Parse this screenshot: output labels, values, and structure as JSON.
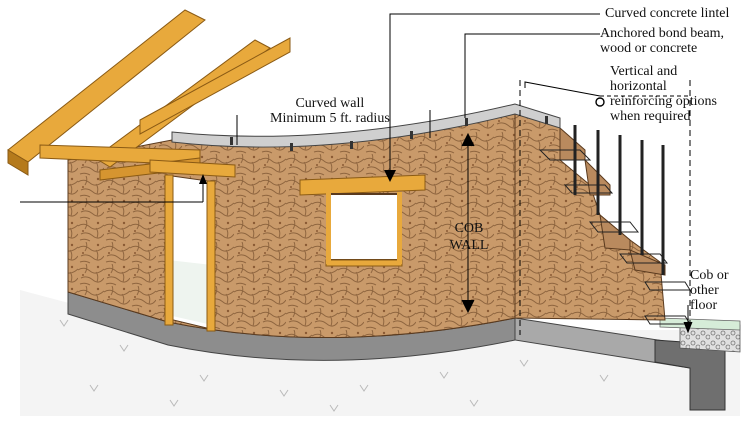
{
  "labels": {
    "lintel": "Curved concrete lintel",
    "bond_beam": [
      "Anchored bond beam,",
      "wood or concrete"
    ],
    "reinforcing": [
      "Vertical and",
      "horizontal",
      "reinforcing options",
      "when required"
    ],
    "curved_wall": [
      "Curved wall",
      "Minimum 5 ft. radius"
    ],
    "cob_wall": [
      "COB",
      "WALL"
    ],
    "floor": [
      "Cob or",
      "other",
      "floor"
    ]
  },
  "colors": {
    "cob": "#c99a6a",
    "cob_crack": "#7a5230",
    "wood": "#e8a93c",
    "wood_dark": "#b57a1c",
    "concrete": "#cfcfcf",
    "foundation": "#8d8d8d",
    "rebar": "#222222",
    "leader_line": "#000000"
  }
}
